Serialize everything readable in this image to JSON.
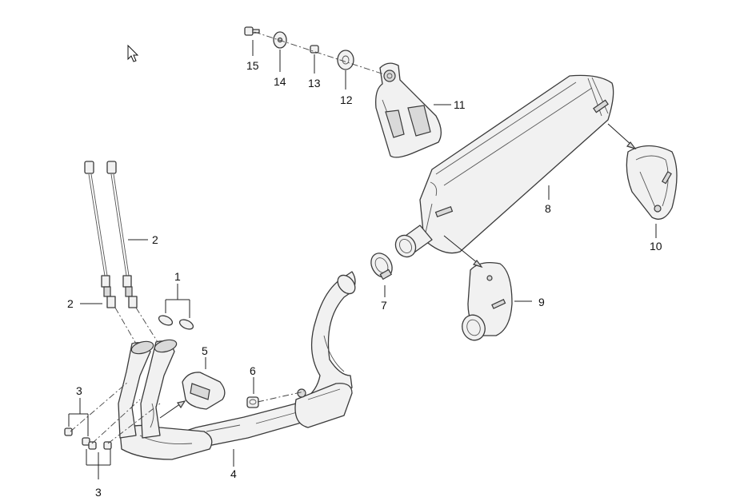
{
  "callouts": [
    {
      "id": "p1",
      "text": "1"
    },
    {
      "id": "p2a",
      "text": "2"
    },
    {
      "id": "p2b",
      "text": "2"
    },
    {
      "id": "p3a",
      "text": "3"
    },
    {
      "id": "p3b",
      "text": "3"
    },
    {
      "id": "p4",
      "text": "4"
    },
    {
      "id": "p5",
      "text": "5"
    },
    {
      "id": "p6",
      "text": "6"
    },
    {
      "id": "p7",
      "text": "7"
    },
    {
      "id": "p8",
      "text": "8"
    },
    {
      "id": "p9",
      "text": "9"
    },
    {
      "id": "p10",
      "text": "10"
    },
    {
      "id": "p11",
      "text": "11"
    },
    {
      "id": "p12",
      "text": "12"
    },
    {
      "id": "p13",
      "text": "13"
    },
    {
      "id": "p14",
      "text": "14"
    },
    {
      "id": "p15",
      "text": "15"
    }
  ],
  "icons": {
    "cursor": "mouse-pointer-icon"
  }
}
